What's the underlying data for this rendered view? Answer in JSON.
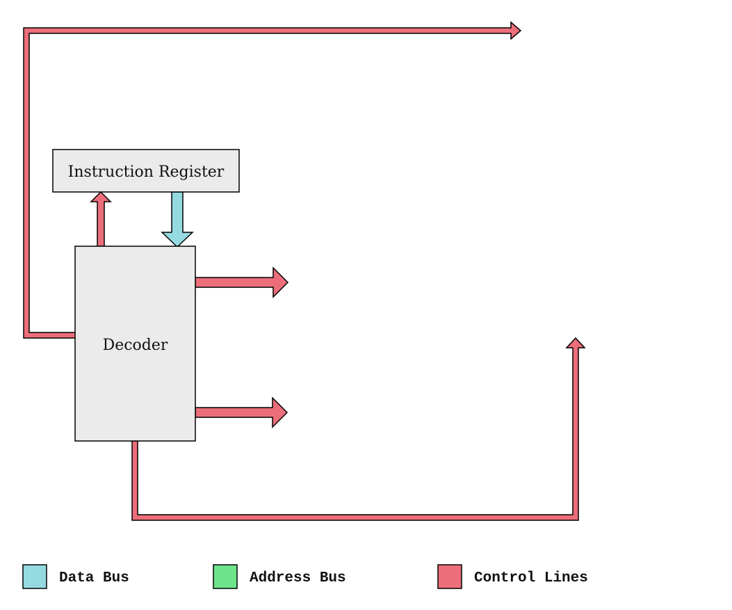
{
  "colors": {
    "data_bus": "#95dae1",
    "address_bus": "#6ee58b",
    "control_lines": "#ec6e7a",
    "block_fill": "#ebebeb",
    "stroke": "#000000"
  },
  "blocks": {
    "instruction_register": "Instruction Register",
    "decoder": "Decoder"
  },
  "legend": {
    "data_bus": "Data Bus",
    "address_bus": "Address Bus",
    "control_lines": "Control Lines"
  }
}
